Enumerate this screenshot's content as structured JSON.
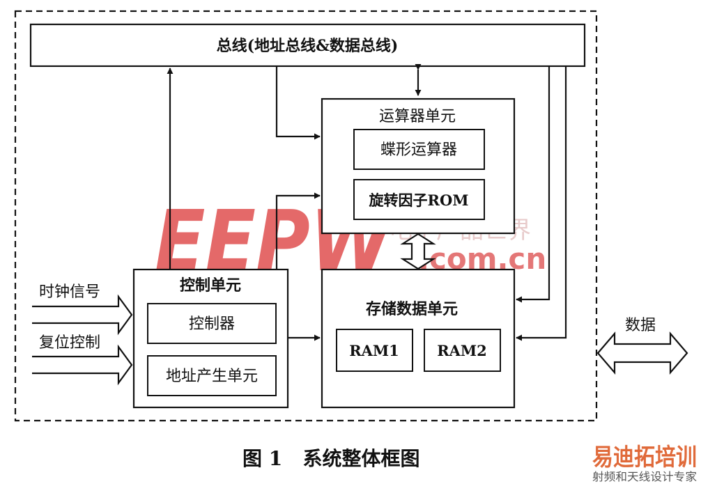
{
  "bus": {
    "label": "总线(地址总线&数据总线)"
  },
  "alu_unit": {
    "title": "运算器单元",
    "butterfly": "蝶形运算器",
    "rom": "旋转因子ROM"
  },
  "control_unit": {
    "title": "控制单元",
    "controller": "控制器",
    "address_gen": "地址产生单元"
  },
  "storage_unit": {
    "title": "存储数据单元",
    "ram1": "RAM1",
    "ram2": "RAM2"
  },
  "inputs": {
    "clock": "时钟信号",
    "reset": "复位控制"
  },
  "data_io": {
    "label": "数据"
  },
  "caption": {
    "text": "图 1   系统整体框图"
  },
  "watermark": {
    "logo": "EEPW",
    "domain": ".com.cn",
    "slogan": "电子产品世界",
    "colors": {
      "logo": "#e0504f"
    }
  },
  "corner_brand": {
    "title": "易迪拓培训",
    "subtitle": "射频和天线设计专家",
    "colors": {
      "title": "#e06a3a",
      "subtitle": "#555555"
    }
  }
}
